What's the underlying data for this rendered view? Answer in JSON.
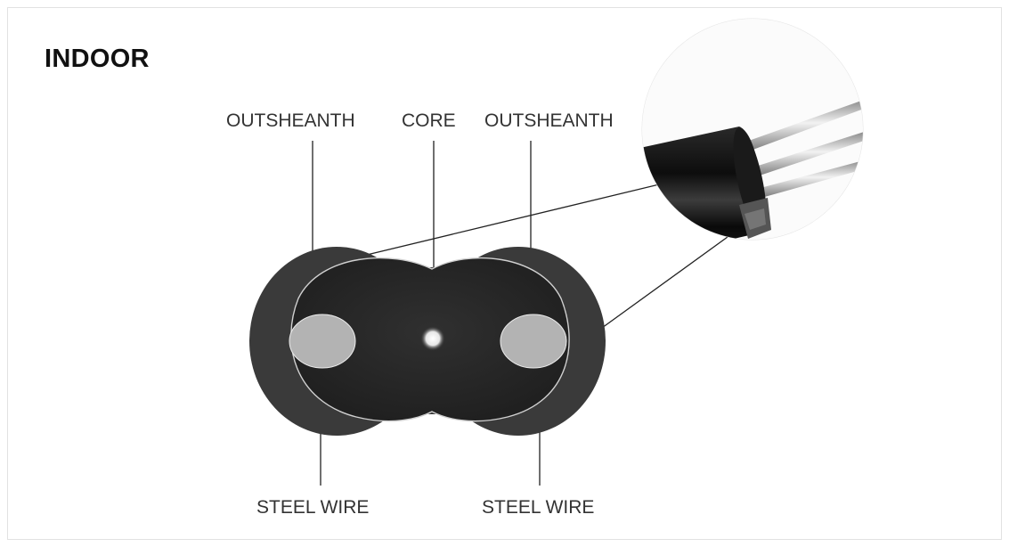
{
  "title": "INDOOR",
  "labels": {
    "outsheath_left": "OUTSHEANTH",
    "core": "CORE",
    "outsheath_right": "OUTSHEANTH",
    "steel_wire_left": "STEEL WIRE",
    "steel_wire_right": "STEEL WIRE"
  },
  "colors": {
    "outer_sheath": "#3a3a3a",
    "inner_body": "#262626",
    "steel_wire": "#b3b3b3",
    "core": "#e6e6e6",
    "leader_line": "#222222",
    "background": "#ffffff"
  }
}
